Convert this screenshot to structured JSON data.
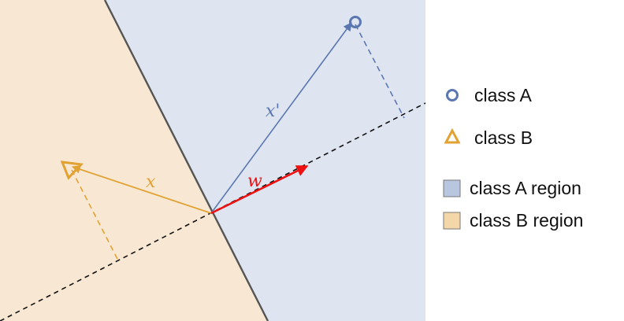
{
  "colors": {
    "class_a": "#5b77b1",
    "class_b": "#e2a233",
    "region_a": "#dfe5f0",
    "region_b": "#f8e8d3",
    "weight_vector": "#ee1111",
    "boundary": "#555555",
    "projection_line": "#111111"
  },
  "vectors": {
    "x_label": "x",
    "x_prime_label": "x'",
    "w_label": "w"
  },
  "legend": {
    "items": [
      {
        "label": "class A",
        "icon": "circle-marker-icon"
      },
      {
        "label": "class B",
        "icon": "triangle-marker-icon"
      },
      {
        "label": "class A region",
        "icon": "square-swatch-icon"
      },
      {
        "label": "class B region",
        "icon": "square-swatch-icon"
      }
    ]
  }
}
